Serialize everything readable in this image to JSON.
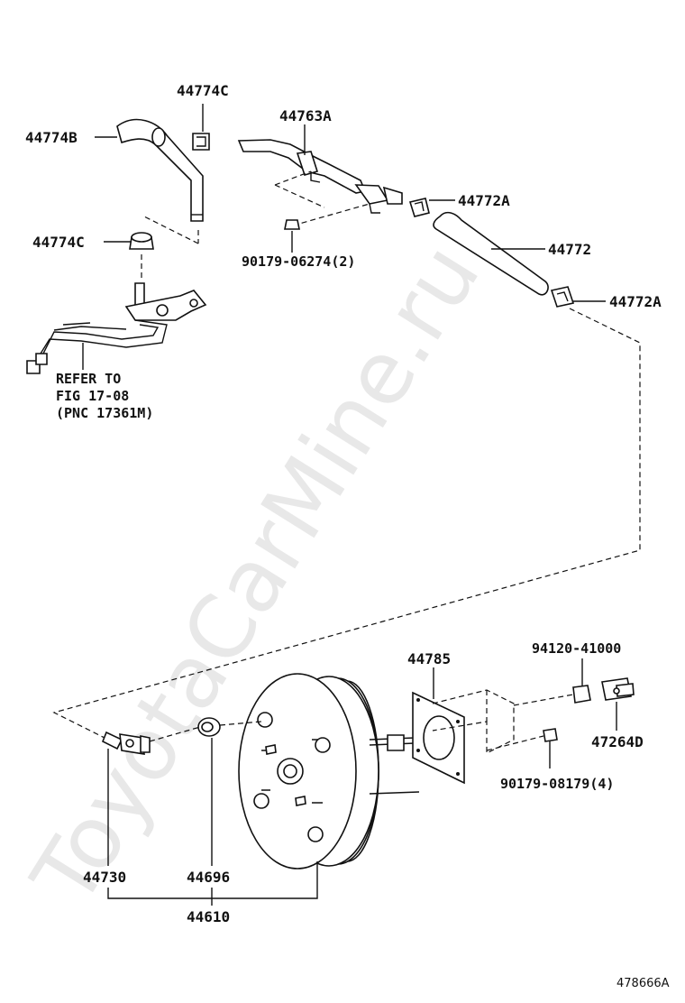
{
  "watermark": "ToyotaCarMine.ru",
  "labels": {
    "p44774C_top": "44774C",
    "p44774B": "44774B",
    "p44774C_mid": "44774C",
    "p44763A": "44763A",
    "p44772A_top": "44772A",
    "p44772": "44772",
    "p44772A_right": "44772A",
    "p90179_06274": "90179-06274(2)",
    "p44785": "44785",
    "p94120": "94120-41000",
    "p47264D": "47264D",
    "p90179_08179": "90179-08179(4)",
    "p44730": "44730",
    "p44696": "44696",
    "p44610": "44610"
  },
  "reference": {
    "line1": "REFER TO",
    "line2": "FIG 17-08",
    "line3": "(PNC 17361M)"
  },
  "diagram_code": "478666A"
}
